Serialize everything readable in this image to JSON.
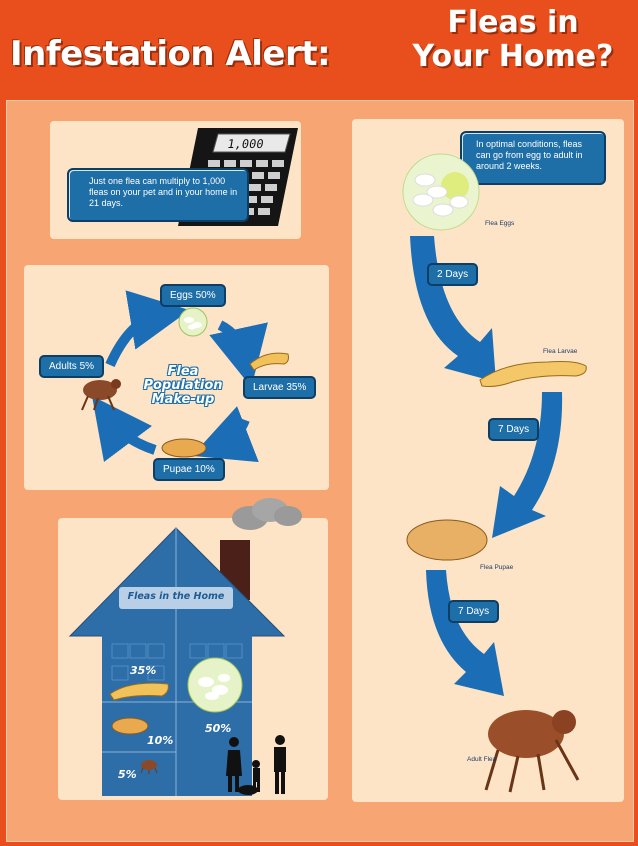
{
  "header": {
    "title_left": "Infestation Alert:",
    "title_right_line1": "Fleas in",
    "title_right_line2": "Your Home?"
  },
  "calculator": {
    "display": "1,000",
    "bubble_text": "Just one flea can multiply to 1,000 fleas on your pet and in your home in 21 days."
  },
  "cycle": {
    "title_line1": "Flea",
    "title_line2": "Population",
    "title_line3": "Make-up",
    "eggs": "Eggs 50%",
    "larvae": "Larvae 35%",
    "pupae": "Pupae 10%",
    "adults": "Adults 5%"
  },
  "house": {
    "banner": "Fleas in the Home",
    "pct_larvae": "35%",
    "pct_eggs": "50%",
    "pct_pupae": "10%",
    "pct_adults": "5%"
  },
  "lifecycle": {
    "intro": "In optimal conditions, fleas can go from egg to adult in around 2 weeks.",
    "eggs_caption": "Flea Eggs",
    "step1": "2 Days",
    "larvae_caption": "Flea Larvae",
    "step2": "7 Days",
    "pupae_caption": "Flea Pupae",
    "step3": "7 Days",
    "adult_caption": "Adult Flea"
  },
  "colors": {
    "header_orange": "#e94f1c",
    "panel_peach": "#f6a573",
    "card_cream": "#fde4c6",
    "accent_blue": "#1e6fa8",
    "arrow_blue": "#1b6db5"
  }
}
